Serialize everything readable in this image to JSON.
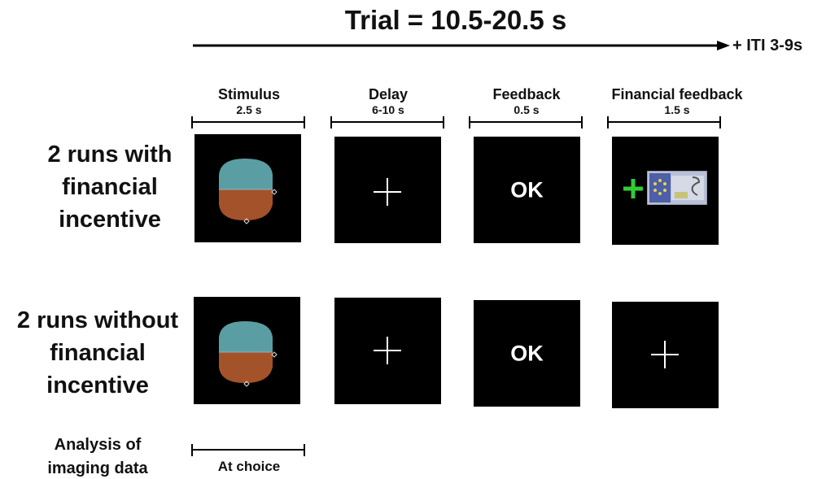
{
  "title": "Trial = 10.5-20.5 s",
  "iti_label": "+ ITI 3-9s",
  "phases": [
    {
      "name": "Stimulus",
      "duration": "2.5 s"
    },
    {
      "name": "Delay",
      "duration": "6-10 s"
    },
    {
      "name": "Feedback",
      "duration": "0.5 s"
    },
    {
      "name": "Financial feedback",
      "duration": "1.5 s"
    }
  ],
  "rows": [
    {
      "label_lines": [
        "2 runs with",
        "financial",
        "incentive"
      ],
      "feedback_text": "OK",
      "financial_feedback": "plus-sign-with-euro-banknote"
    },
    {
      "label_lines": [
        "2 runs without",
        "financial",
        "incentive"
      ],
      "feedback_text": "OK",
      "financial_feedback": "fixation-cross"
    }
  ],
  "analysis": {
    "label_lines": [
      "Analysis of",
      "imaging data"
    ],
    "window": "At choice"
  },
  "colors": {
    "panel": "#000000",
    "stimulus_top": "#5a9ea3",
    "stimulus_bottom": "#a4522a",
    "cross": "#ffffff",
    "plus_green": "#33cc33"
  },
  "icons": {
    "stimulus": "split-circle-stimulus",
    "delay": "fixation-cross",
    "euro": "euro-banknote-5"
  }
}
